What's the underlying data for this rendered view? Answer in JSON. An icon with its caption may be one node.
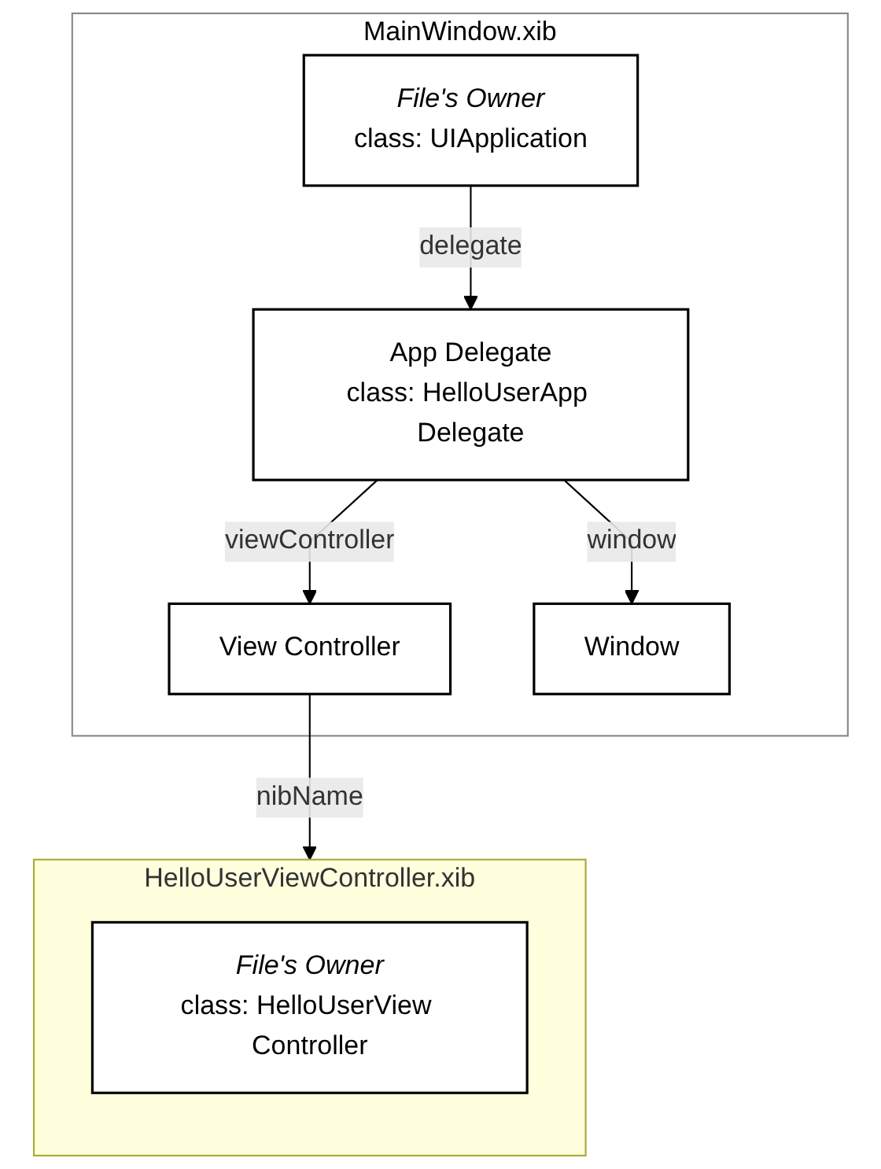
{
  "diagram": {
    "nodes": [
      {
        "text": [
          "MainWindow.xib"
        ]
      },
      {
        "text": [
          "File's Owner",
          "class: UIApplication"
        ],
        "in": 0
      },
      {
        "text": [
          "App Delegate",
          "class: HelloUserApp Delegate"
        ],
        "in": 0
      },
      {
        "text": [
          "View Controller"
        ],
        "in": 0
      },
      {
        "text": [
          "Window"
        ],
        "in": 0
      },
      {
        "text": [
          "HelloUserViewController.xib"
        ]
      },
      {
        "text": [
          "File's Owner",
          "class: HelloUserView Controller"
        ],
        "in": 5
      }
    ],
    "edges": [
      {
        "from": 1,
        "to": 2,
        "arrow": "to",
        "label": "delegate"
      },
      {
        "from": 2,
        "to": 3,
        "arrow": "to",
        "label": "viewController"
      },
      {
        "from": 2,
        "to": 4,
        "arrow": "to",
        "label": "window"
      },
      {
        "from": 3,
        "to": 5,
        "arrow": "to",
        "label": "nibName"
      }
    ]
  }
}
